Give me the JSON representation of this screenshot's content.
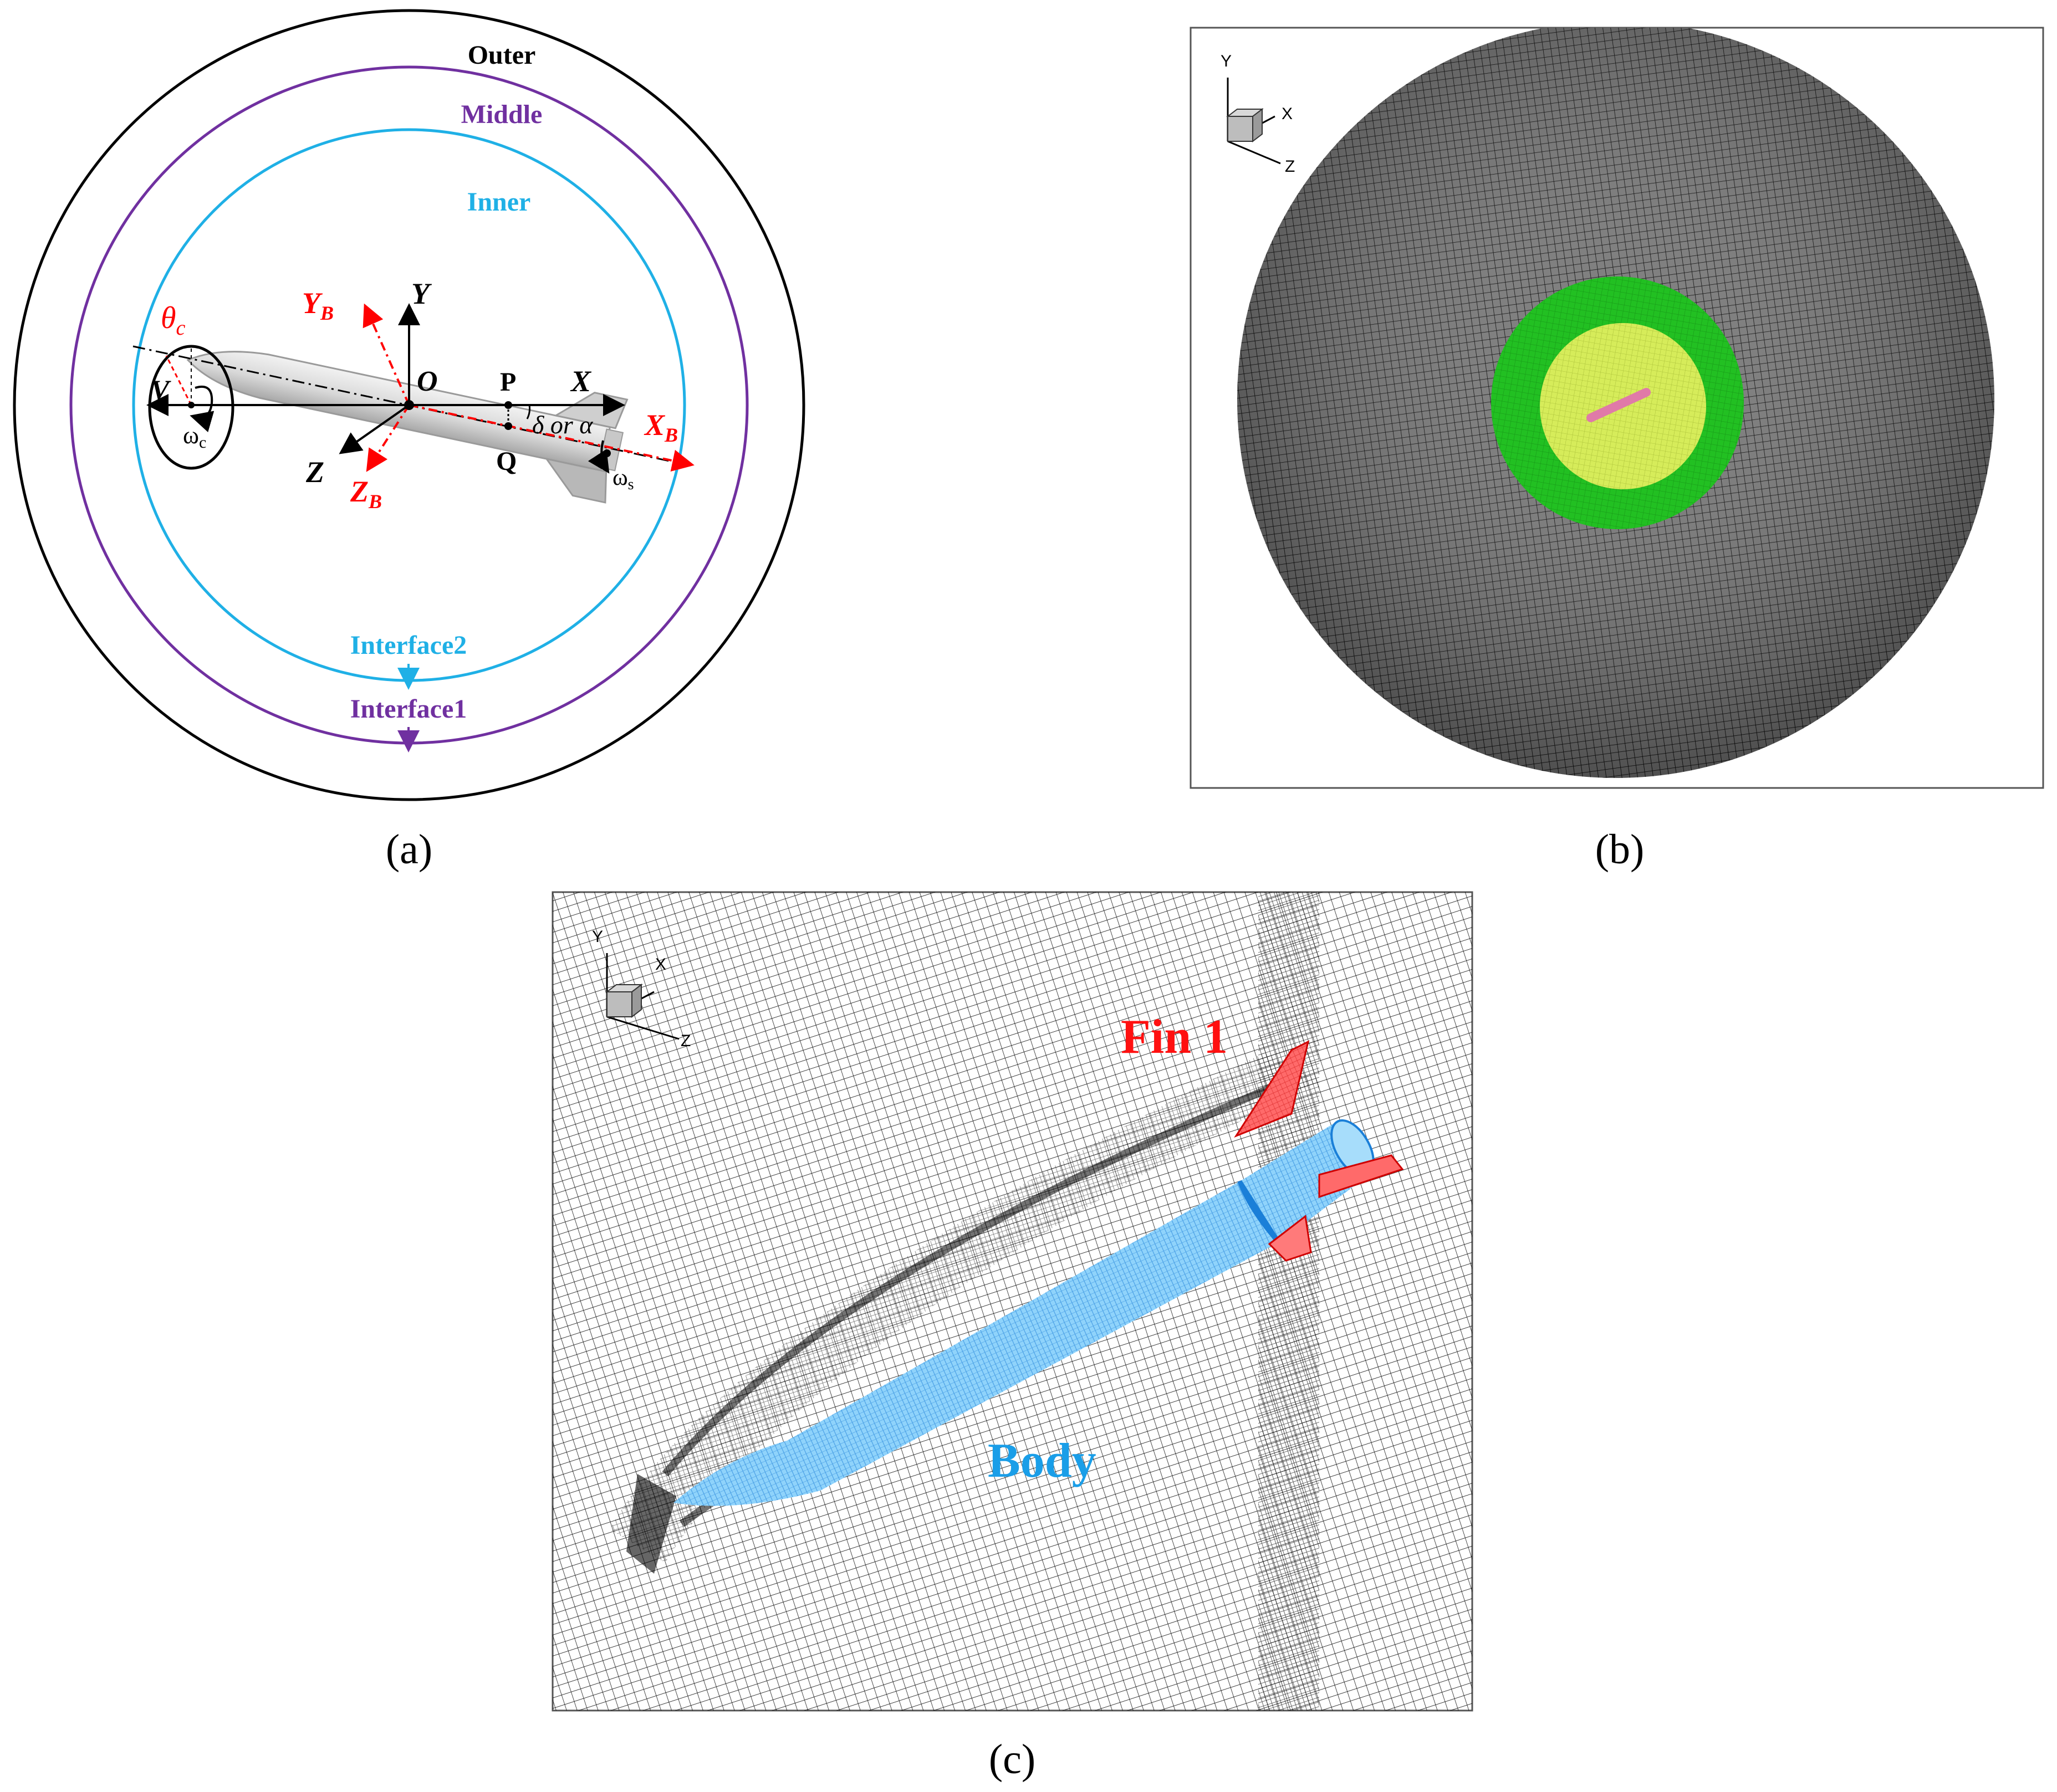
{
  "panel_a": {
    "rings": {
      "outer": "Outer",
      "middle": "Middle",
      "inner": "Inner",
      "interface2": "Interface2",
      "interface1": "Interface1"
    },
    "axes": {
      "y": "Y",
      "x": "X",
      "z": "Z",
      "o": "O",
      "yb": "Y",
      "yb_sub": "B",
      "xb": "X",
      "xb_sub": "B",
      "zb": "Z",
      "zb_sub": "B",
      "theta": "θ",
      "theta_sub": "c",
      "v": "V",
      "omega_c": "ω",
      "omega_c_sub": "c",
      "omega_s": "ω",
      "omega_s_sub": "s",
      "p": "P",
      "q": "Q",
      "angle": "δ or α"
    },
    "caption": "(a)",
    "colors": {
      "outer": "#000000",
      "middle": "#7030a0",
      "inner": "#1fb0e6",
      "body_axes": "#ff0000"
    }
  },
  "panel_b": {
    "triad": {
      "y": "Y",
      "x": "X",
      "z": "Z"
    },
    "caption": "(b)",
    "colors": {
      "mesh": "#000000",
      "middle_zone": "#22c022",
      "inner_zone": "#d6ec5a",
      "body": "#e07aa8"
    }
  },
  "panel_c": {
    "triad": {
      "y": "Y",
      "x": "X",
      "z": "Z"
    },
    "fin_label": "Fin 1",
    "body_label": "Body",
    "caption": "(c)",
    "colors": {
      "fin": "#ff1010",
      "body": "#1a9ee8",
      "mesh": "#000000"
    }
  }
}
